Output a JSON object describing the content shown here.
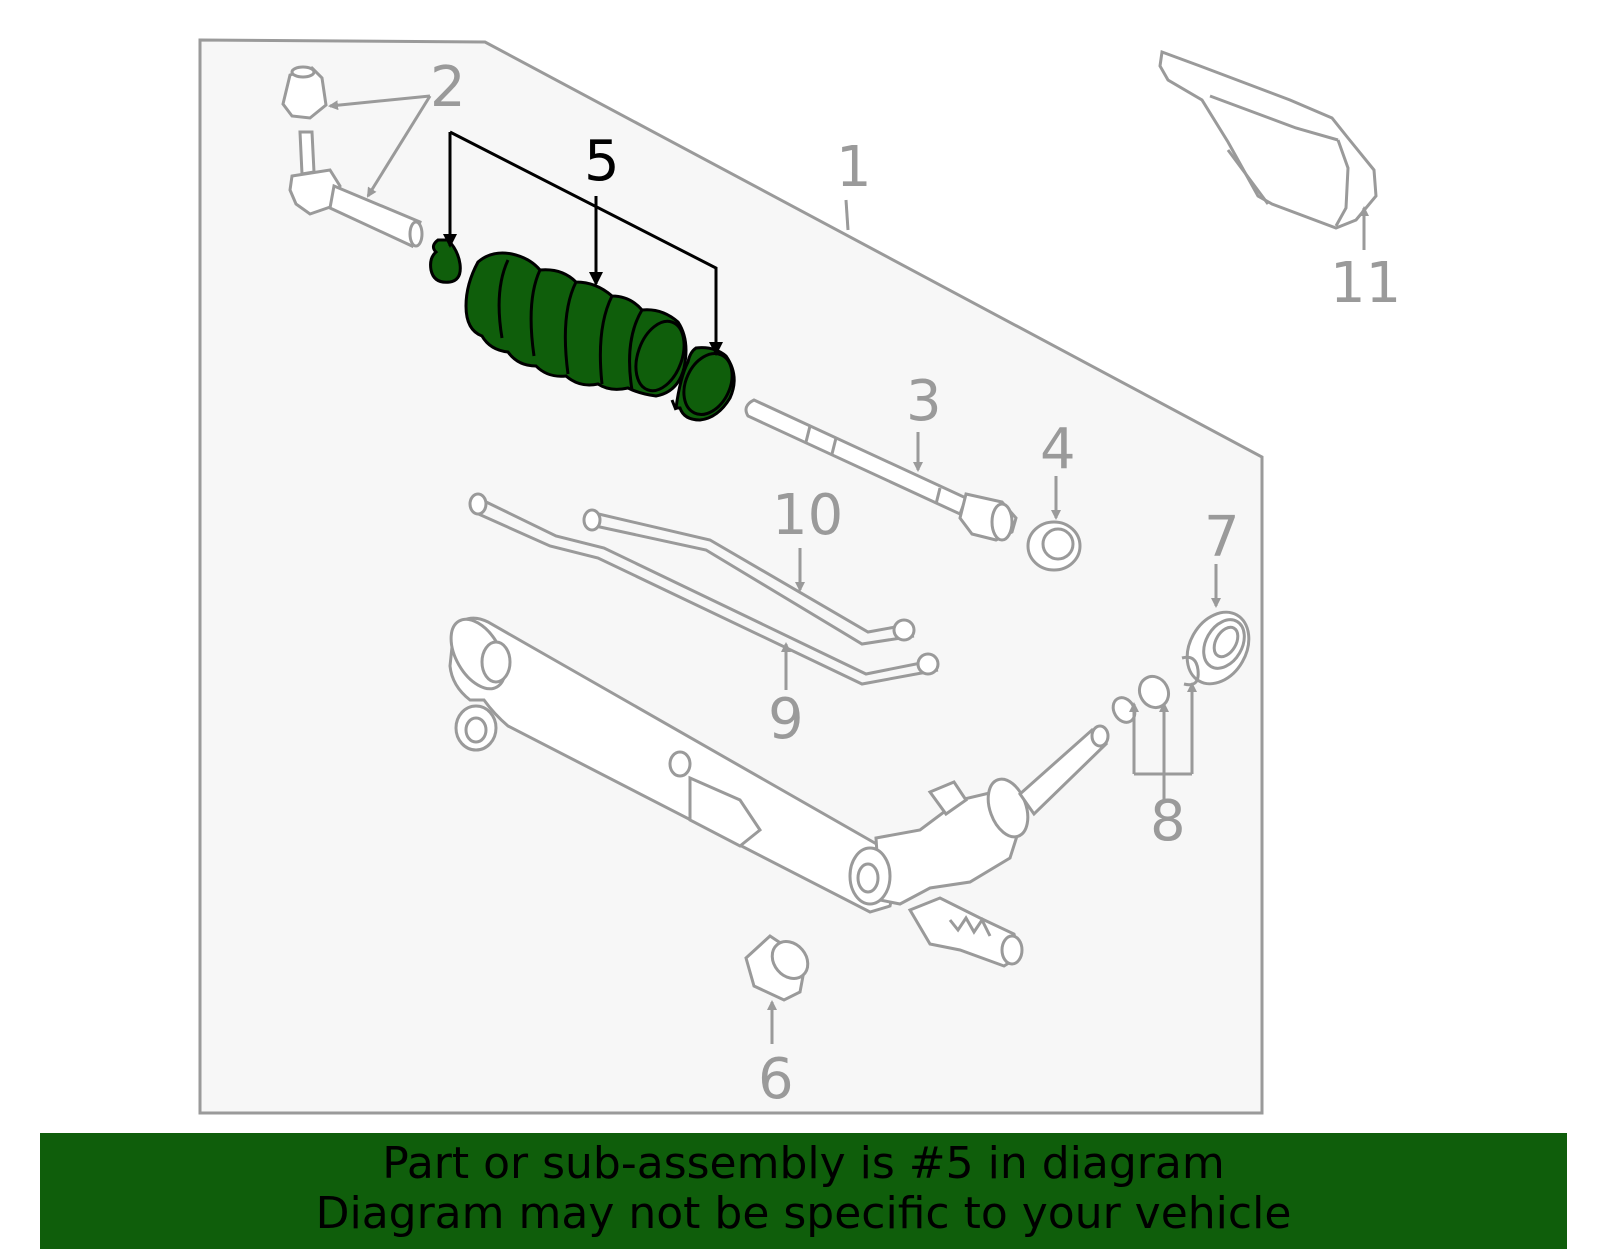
{
  "diagram": {
    "callouts": {
      "c1": "1",
      "c2": "2",
      "c3": "3",
      "c4": "4",
      "c5": "5",
      "c6": "6",
      "c7": "7",
      "c8": "8",
      "c9": "9",
      "c10": "10",
      "c11": "11"
    },
    "highlighted_callout": "5"
  },
  "footer": {
    "line1": "Part or sub-assembly is #5 in diagram",
    "line2": "Diagram may not be specific to your vehicle"
  },
  "colors": {
    "highlight_fill": "#0f5e0b",
    "outline_gray": "#9a9a9a",
    "panel_bg": "#f7f7f7"
  }
}
